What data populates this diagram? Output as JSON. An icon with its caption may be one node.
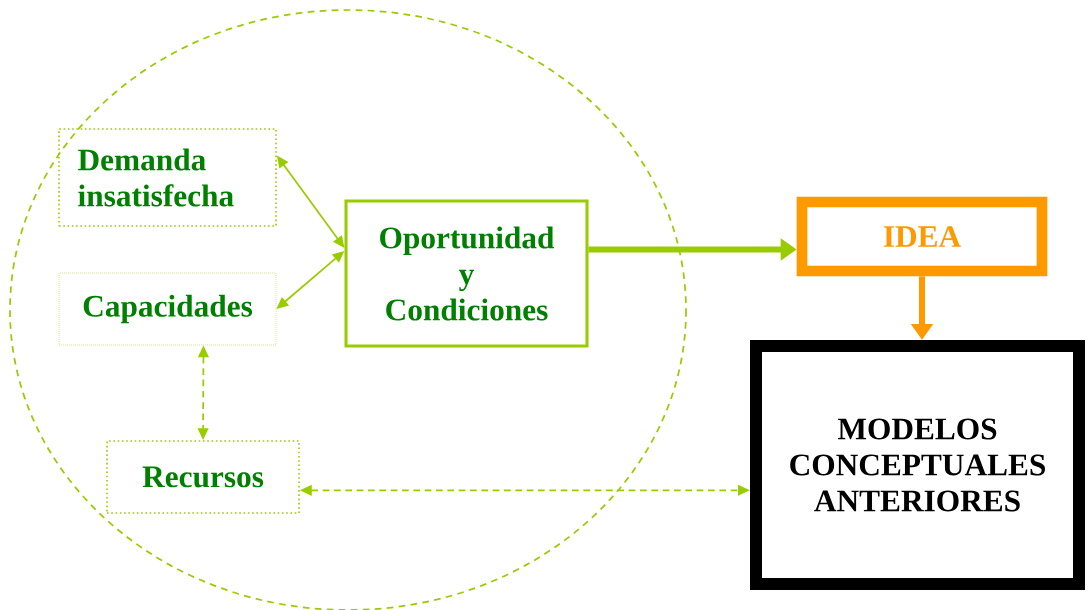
{
  "diagram": {
    "nodes": [
      {
        "text": [
          "Demanda insatisfecha"
        ]
      },
      {
        "text": [
          "Capacidades"
        ]
      },
      {
        "text": [
          "Recursos"
        ]
      },
      {
        "text": [
          "Oportunidad y Condiciones"
        ]
      },
      {
        "text": [
          "IDEA"
        ]
      },
      {
        "text": [
          "MODELOS CONCEPTUALES ANTERIORES"
        ]
      }
    ],
    "edges": [
      {
        "from": 0,
        "to": 3,
        "arrow": "both"
      },
      {
        "from": 1,
        "to": 3,
        "arrow": "both"
      },
      {
        "from": 1,
        "to": 2,
        "arrow": "both",
        "style": "dashed"
      },
      {
        "from": 3,
        "to": 4,
        "arrow": "to",
        "style": "thick"
      },
      {
        "from": 4,
        "to": 5,
        "arrow": "to",
        "style": "thick",
        "color": "#ff9900"
      },
      {
        "from": 2,
        "to": 5,
        "arrow": "both",
        "style": "dashed"
      }
    ]
  }
}
